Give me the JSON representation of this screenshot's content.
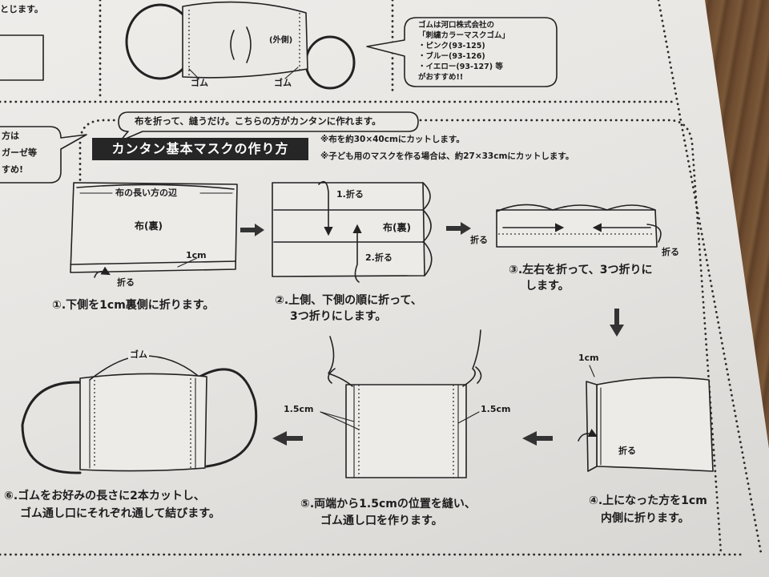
{
  "colors": {
    "paper": "#e8e6e3",
    "ink": "#1d1d1d",
    "title_bg": "#262626",
    "title_text": "#ffffff",
    "wood": "#6f4e31"
  },
  "header_fragment": {
    "text": "とじます。"
  },
  "top_illustration": {
    "outer_label": "(外側)",
    "elastic_left_label": "ゴム",
    "elastic_right_label": "ゴム"
  },
  "recommend_bubble": {
    "lines": [
      "ゴムは河口株式会社の",
      "「刺繍カラーマスクゴム」",
      "・ピンク(93-125)",
      "・ブルー(93-126)",
      "・イエロー(93-127) 等",
      "がおすすめ!!"
    ]
  },
  "side_bubble": {
    "lines": [
      "方は",
      "ガーゼ等",
      "すめ!"
    ]
  },
  "intro_bubble": {
    "text": "布を折って、縫うだけ。こちらの方がカンタンに作れます。"
  },
  "section": {
    "title": "カンタン基本マスクの作り方",
    "notes": [
      "※布を約30×40cmにカットします。",
      "※子ども用のマスクを作る場合は、約27×33cmにカットします。"
    ]
  },
  "steps": [
    {
      "labels": {
        "long_edge": "布の長い方の辺",
        "fabric": "布(裏)",
        "measure": "1cm",
        "fold": "折る"
      },
      "caption": [
        "①.下側を1cm裏側に折ります。"
      ]
    },
    {
      "labels": {
        "fold_first": "1.折る",
        "fabric": "布(裏)",
        "fold_second": "2.折る"
      },
      "caption": [
        "②.上側、下側の順に折って、",
        "3つ折りにします。"
      ]
    },
    {
      "labels": {
        "fold_left": "折る",
        "fold_right": "折る"
      },
      "caption": [
        "③.左右を折って、3つ折りに",
        "します。"
      ]
    },
    {
      "labels": {
        "measure": "1cm",
        "fold": "折る"
      },
      "caption": [
        "④.上になった方を1cm",
        "内側に折ります。"
      ]
    },
    {
      "labels": {
        "measure_left": "1.5cm",
        "measure_right": "1.5cm"
      },
      "caption": [
        "⑤.両端から1.5cmの位置を縫い、",
        "ゴム通し口を作ります。"
      ]
    },
    {
      "labels": {
        "elastic": "ゴム"
      },
      "caption": [
        "⑥.ゴムをお好みの長さに2本カットし、",
        "ゴム通し口にそれぞれ通して結びます。"
      ]
    }
  ]
}
